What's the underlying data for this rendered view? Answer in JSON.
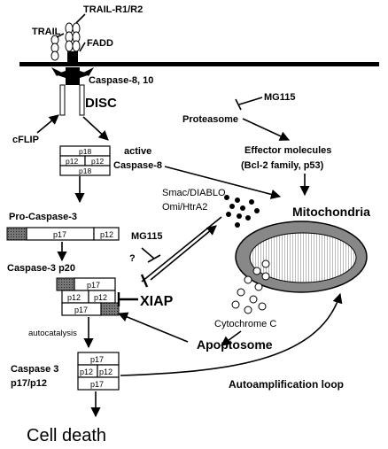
{
  "labels": {
    "trail": "TRAIL",
    "trail_receptor": "TRAIL-R1/R2",
    "fadd": "FADD",
    "caspase_8_10": "Caspase-8, 10",
    "disc": "DISC",
    "mg115_top": "MG115",
    "proteasome": "Proteasome",
    "effector_molecules": "Effector molecules",
    "effector_examples": "(Bcl-2 family, p53)",
    "cflip": "cFLIP",
    "active": "active",
    "caspase_8": "Caspase-8",
    "smac": "Smac/DIABLO",
    "omi": "Omi/HtrA2",
    "mitochondria": "Mitochondria",
    "pro_caspase_3": "Pro-Caspase-3",
    "mg115_mid": "MG115",
    "question": "?",
    "caspase_3_p20": "Caspase-3 p20",
    "xiap": "XIAP",
    "cytochrome_c": "Cytochrome C",
    "autocatalysis": "autocatalysis",
    "apoptosome": "Apoptosome",
    "caspase_3_line1": "Caspase 3",
    "caspase_3_line2": "p17/p12",
    "autoamplification": "Autoamplification loop",
    "cell_death": "Cell death"
  },
  "subunits": {
    "p18": "p18",
    "p12": "p12",
    "p17": "p17"
  }
}
